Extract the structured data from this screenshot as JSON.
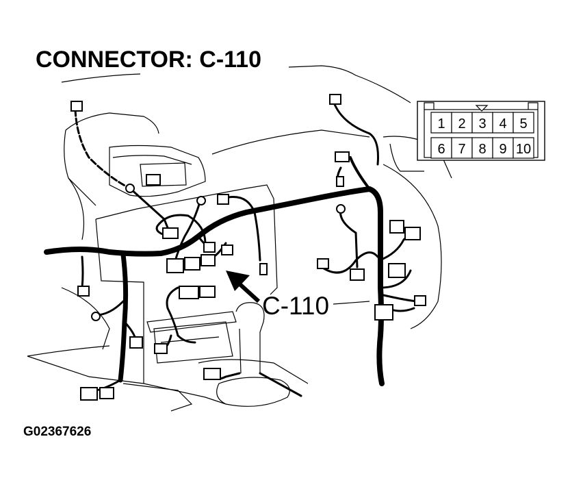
{
  "title": "CONNECTOR: C-110",
  "callout_label": "C-110",
  "figure_id": "G02367626",
  "connector_pins": {
    "top_row": [
      "1",
      "2",
      "3",
      "4",
      "5"
    ],
    "bottom_row": [
      "6",
      "7",
      "8",
      "9",
      "10"
    ]
  },
  "colors": {
    "line": "#000000",
    "background": "#ffffff"
  }
}
